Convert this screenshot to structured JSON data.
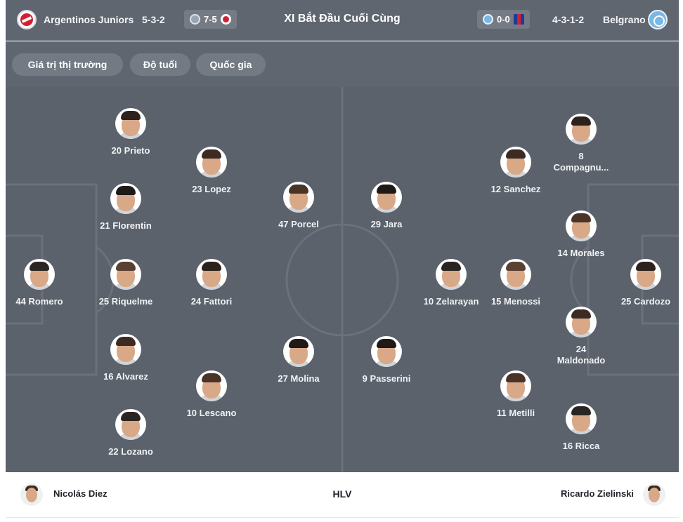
{
  "header": {
    "title": "XI Bắt Đầu Cuối Cùng",
    "home": {
      "name": "Argentinos Juniors",
      "formation": "5-3-2",
      "last_result": "7-5",
      "logo_icon": "argentinos-juniors-crest-icon"
    },
    "away": {
      "name": "Belgrano",
      "formation": "4-3-1-2",
      "last_result": "0-0",
      "logo_icon": "belgrano-crest-icon"
    }
  },
  "filters": [
    {
      "label": "Giá trị thị trường"
    },
    {
      "label": "Độ tuổi"
    },
    {
      "label": "Quốc gia"
    }
  ],
  "lineup": {
    "home": [
      {
        "label": "20 Prieto",
        "line2": ""
      },
      {
        "label": "23 Lopez",
        "line2": ""
      },
      {
        "label": "21 Florentin",
        "line2": ""
      },
      {
        "label": "47 Porcel",
        "line2": ""
      },
      {
        "label": "44 Romero",
        "line2": ""
      },
      {
        "label": "25 Riquelme",
        "line2": ""
      },
      {
        "label": "24 Fattori",
        "line2": ""
      },
      {
        "label": "16 Alvarez",
        "line2": ""
      },
      {
        "label": "27 Molina",
        "line2": ""
      },
      {
        "label": "10 Lescano",
        "line2": ""
      },
      {
        "label": "22 Lozano",
        "line2": ""
      }
    ],
    "away": [
      {
        "label": "8",
        "line2": "Compagnu..."
      },
      {
        "label": "12 Sanchez",
        "line2": ""
      },
      {
        "label": "29 Jara",
        "line2": ""
      },
      {
        "label": "14 Morales",
        "line2": ""
      },
      {
        "label": "10 Zelarayan",
        "line2": ""
      },
      {
        "label": "15 Menossi",
        "line2": ""
      },
      {
        "label": "25 Cardozo",
        "line2": ""
      },
      {
        "label": "24",
        "line2": "Maldonado"
      },
      {
        "label": "9 Passerini",
        "line2": ""
      },
      {
        "label": "11 Metilli",
        "line2": ""
      },
      {
        "label": "16 Ricca",
        "line2": ""
      }
    ]
  },
  "coaches": {
    "home_name": "Nicolás Diez",
    "label": "HLV",
    "away_name": "Ricardo Zielinski"
  },
  "colors": {
    "pitch": "#5b626c",
    "header": "#5f6670",
    "chip": "#737a84",
    "pitch_lines": "#6a717b"
  }
}
